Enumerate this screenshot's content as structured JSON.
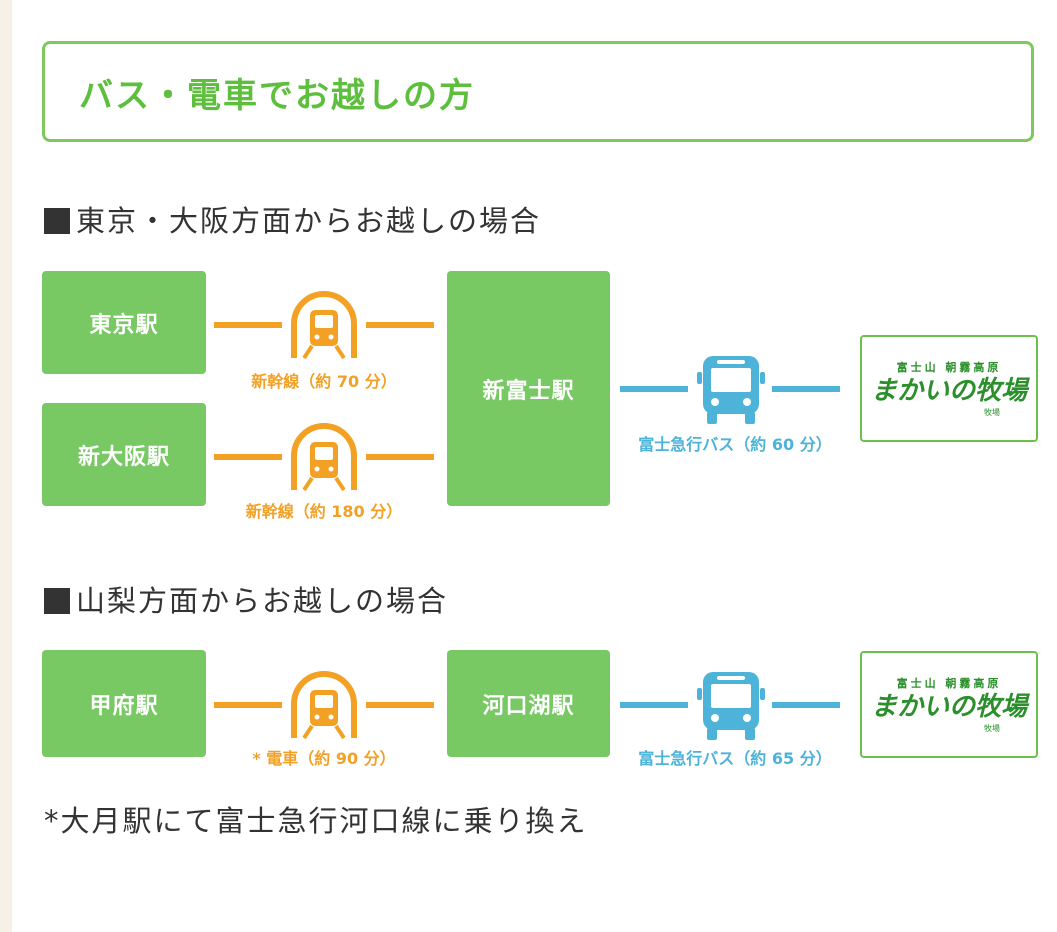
{
  "header": {
    "title": "バス・電車でお越しの方"
  },
  "section1": {
    "title": "東京・大阪方面からお越しの場合",
    "stations": {
      "tokyo": "東京駅",
      "shin_osaka": "新大阪駅",
      "shin_fuji": "新富士駅"
    },
    "routes": {
      "tokyo_train": "新幹線（約 70 分）",
      "osaka_train": "新幹線（約 180 分）",
      "bus": "富士急行バス（約 60 分）"
    }
  },
  "section2": {
    "title": "山梨方面からお越しの場合",
    "stations": {
      "kofu": "甲府駅",
      "kawaguchiko": "河口湖駅"
    },
    "routes": {
      "train": "* 電車（約 90 分）",
      "bus": "富士急行バス（約 65 分）"
    }
  },
  "destination": {
    "small_text": "富士山 朝霧高原",
    "logo": "まかいの牧場",
    "sub_text": "牧場"
  },
  "note": "*大月駅にて富士急行河口線に乗り換え",
  "icons": {
    "train": "train-icon",
    "bus": "bus-icon"
  },
  "colors": {
    "green": "#78c864",
    "orange": "#f2a125",
    "blue": "#4db3d8",
    "header_green": "#5ebf3f"
  }
}
